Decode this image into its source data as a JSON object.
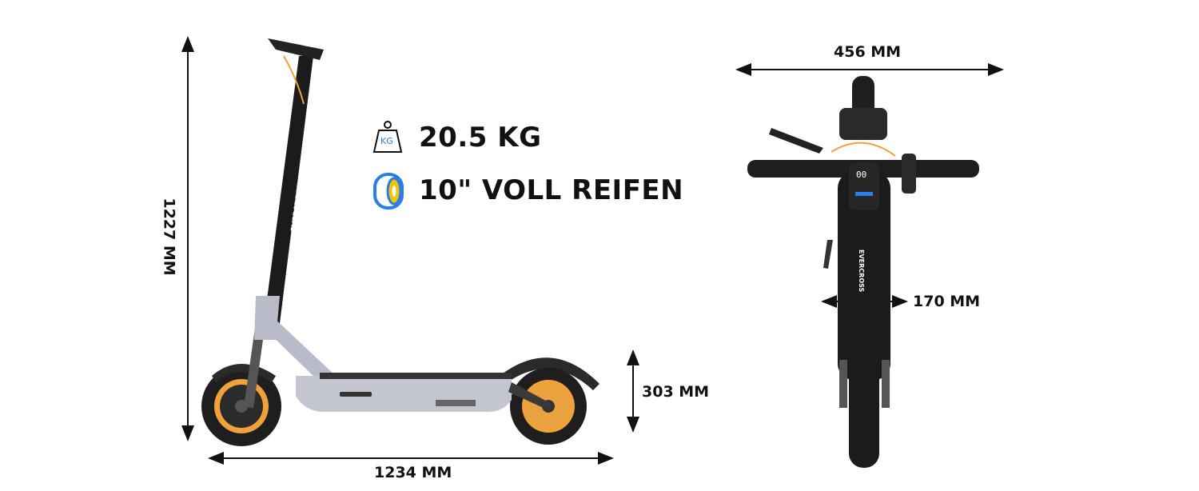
{
  "specs": {
    "weight": "20.5 KG",
    "weight_icon_text": "KG",
    "tire": "10\" VOLL REIFEN"
  },
  "dimensions": {
    "height": "1227 MM",
    "length": "1234 MM",
    "deck_height": "303 MM",
    "handlebar_width": "456 MM",
    "deck_width": "170 MM"
  },
  "brand": "EVERCROSS",
  "display": "00",
  "colors": {
    "accent_orange": "#f0a23a",
    "frame_grey": "#b9bcc8",
    "icon_blue": "#2b7de9",
    "icon_yellow": "#f5c400"
  }
}
